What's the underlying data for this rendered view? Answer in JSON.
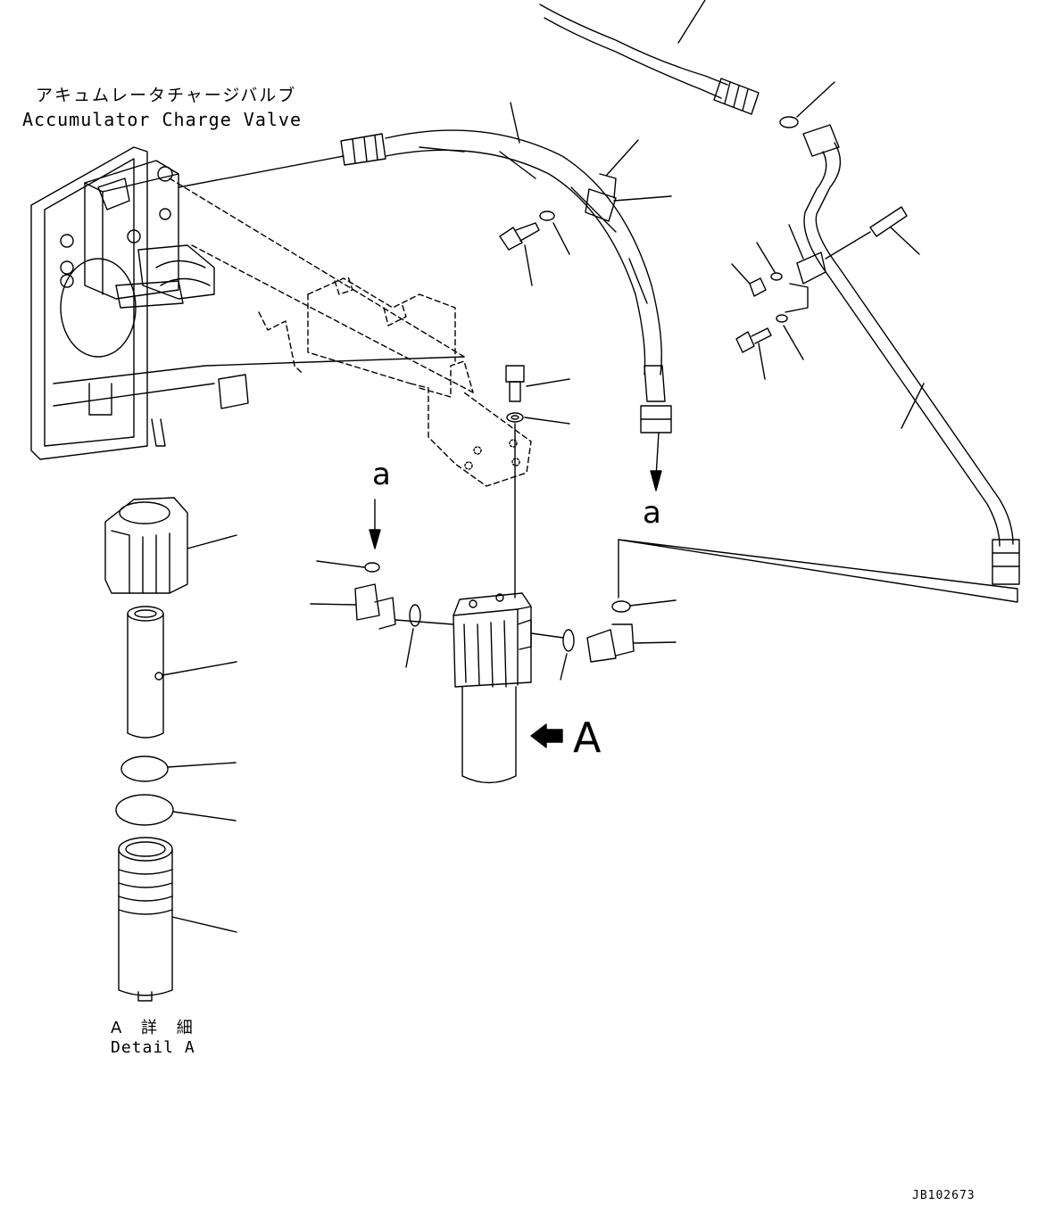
{
  "title_jp": "アキュムレータチャージバルブ",
  "title_en": "Accumulator Charge Valve",
  "detail_jp": "A 詳 細",
  "detail_en": "Detail A",
  "ref_mark_lower": "a",
  "view_mark": "A",
  "drawing_number": "JB102673",
  "colors": {
    "line": "#000000",
    "background": "#ffffff"
  },
  "icons": {
    "view_arrow": "arrow-right-icon"
  }
}
